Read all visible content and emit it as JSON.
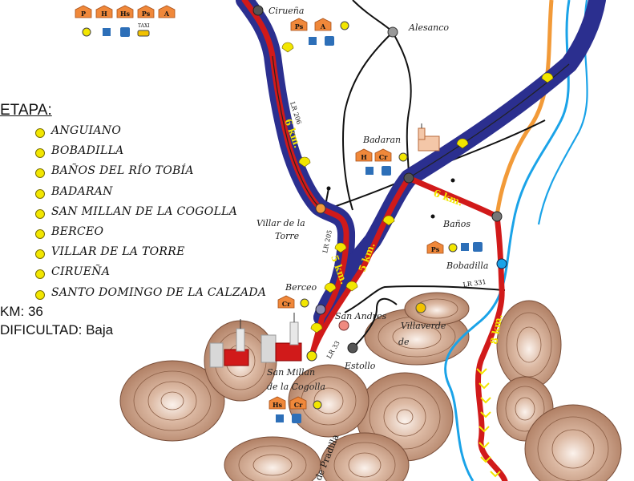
{
  "legend": {
    "title": "ETAPA:",
    "stages": [
      "ANGUIANO",
      "BOBADILLA",
      "BAÑOS DEL RÍO TOBÍA",
      "BADARAN",
      "SAN MILLAN DE LA COGOLLA",
      "BERCEO",
      "VILLAR DE LA TORRE",
      "CIRUEÑA",
      "SANTO DOMINGO DE LA CALZADA"
    ],
    "km_label": "KM:",
    "km_value": "36",
    "difficulty_label": "DIFICULTAD:",
    "difficulty_value": "Baja"
  },
  "places": {
    "ciruena": "Cirueña",
    "alesanco": "Alesanco",
    "badaran": "Badaran",
    "villar_line1": "Villar de la",
    "villar_line2": "Torre",
    "banos": "Baños",
    "bobadilla": "Bobadilla",
    "berceo": "Berceo",
    "san_andres": "San Andres",
    "villaverde_line1": "Villaverde",
    "villaverde_line2": "de",
    "estollo": "Estollo",
    "san_millan_line1": "San Millan",
    "san_millan_line2": "de la Cogolla",
    "pradilla": "de Pradilla"
  },
  "roads": {
    "lr206": "LR 206",
    "lr205": "LR 205",
    "lr331": "LR 331",
    "lr33": "LR 33"
  },
  "distances": {
    "ciruena_villar": "6 km.",
    "villar_berceo": "5 km.",
    "badaran_sanmillan": "5 km.",
    "badaran_banos": "6 km.",
    "bobadilla_south": "8 km."
  },
  "service_badges": {
    "top_row": [
      "P",
      "H",
      "Hs",
      "Ps",
      "A"
    ],
    "taxi": "TAXI",
    "ciruena": [
      "Ps",
      "A"
    ],
    "badaran": [
      "H",
      "Cr"
    ],
    "banos": [
      "Ps"
    ],
    "berceo": [
      "Cr"
    ],
    "san_millan": [
      "Hs",
      "Cr"
    ]
  },
  "colors": {
    "route_red": "#d11a1a",
    "route_blue": "#2b2f8f",
    "river": "#1aa3e8",
    "orange_road": "#f29a38",
    "mountain": "#c9967a",
    "stage_dot": "#f2e600"
  }
}
